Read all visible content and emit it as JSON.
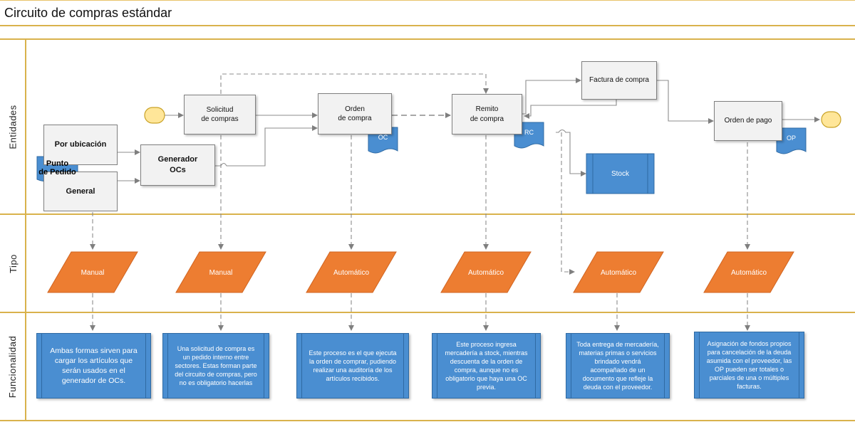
{
  "title": "Circuito de compras estándar",
  "lanes": {
    "entidades": "Entidades",
    "tipo": "Tipo",
    "funcionalidad": "Funcionalidad"
  },
  "entities": {
    "por_ubicacion": "Por ubicación",
    "punto_de_pedido": "Punto\nde Pedido",
    "general": "General",
    "generador_ocs": "Generador\nOCs",
    "solicitud": "Solicitud\nde compras",
    "orden": "Orden\nde compra",
    "oc": "OC",
    "remito": "Remito\nde compra",
    "rc": "RC",
    "factura": "Factura de compra",
    "stock": "Stock",
    "orden_pago": "Orden de pago",
    "op": "OP"
  },
  "tipos": [
    "Manual",
    "Manual",
    "Automático",
    "Automático",
    "Automático",
    "Automático"
  ],
  "funcionalidad": [
    "Ambas formas sirven para cargar los artículos que serán usados en el generador de OCs.",
    "Una solicitud de compra es un pedido interno entre sectores. Estas forman parte del circuito de compras, pero no es obligatorio hacerlas",
    "Este proceso es el que ejecuta la orden de comprar, pudiendo realizar una auditoría de los artículos recibidos.",
    "Este proceso ingresa mercadería a stock, mientras descuenta de la orden de compra, aunque no es obligatorio que haya una OC previa.",
    "Toda entrega de mercadería, materias primas o servicios brindado vendrá acompañado de un documento que refleje la deuda con el proveedor.",
    "Asignación de fondos propios para cancelación de la deuda asumida con el proveedor, las OP pueden ser totales o parciales de una o múltiples facturas."
  ],
  "colors": {
    "lane_border": "#d9b24c",
    "process_fill": "#f2f2f2",
    "type_fill": "#ed7d31",
    "func_fill": "#4a8ed1",
    "terminator_fill": "#ffe699",
    "connector": "#8c8c8c"
  }
}
